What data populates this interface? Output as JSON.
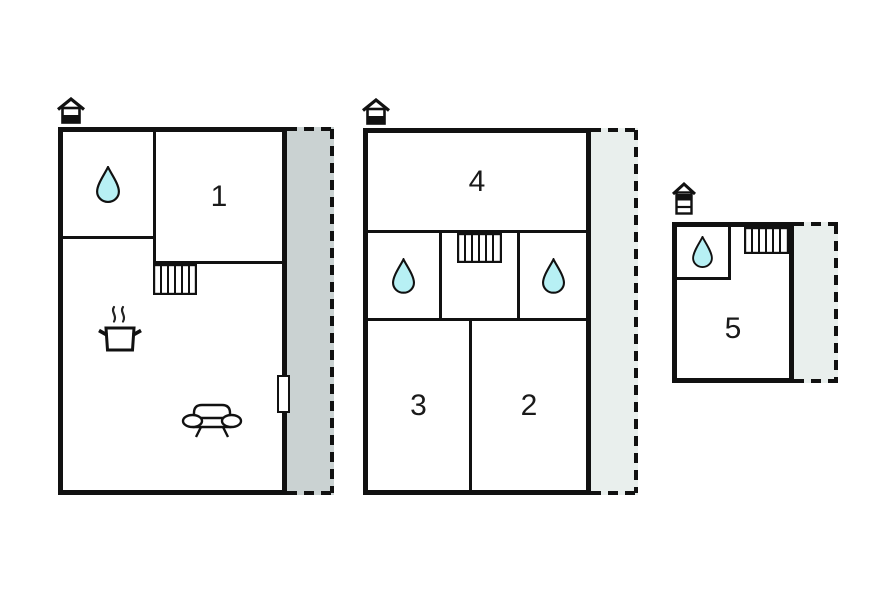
{
  "rooms": {
    "r1": "1",
    "r2": "2",
    "r3": "3",
    "r4": "4",
    "r5": "5"
  },
  "colors": {
    "wall": "#111111",
    "background": "#ffffff",
    "water_drop_fill": "#b7f0f4",
    "terrace_main_fill": "#cad2d2",
    "terrace_light_fill": "#e9efed"
  },
  "icons": {
    "entrance": "house-icon",
    "bathroom": "water-drop-icon",
    "stairs": "stairs-icon",
    "kitchen": "cooking-pot-icon",
    "living_room": "sofa-icon",
    "door": "door-marker"
  }
}
